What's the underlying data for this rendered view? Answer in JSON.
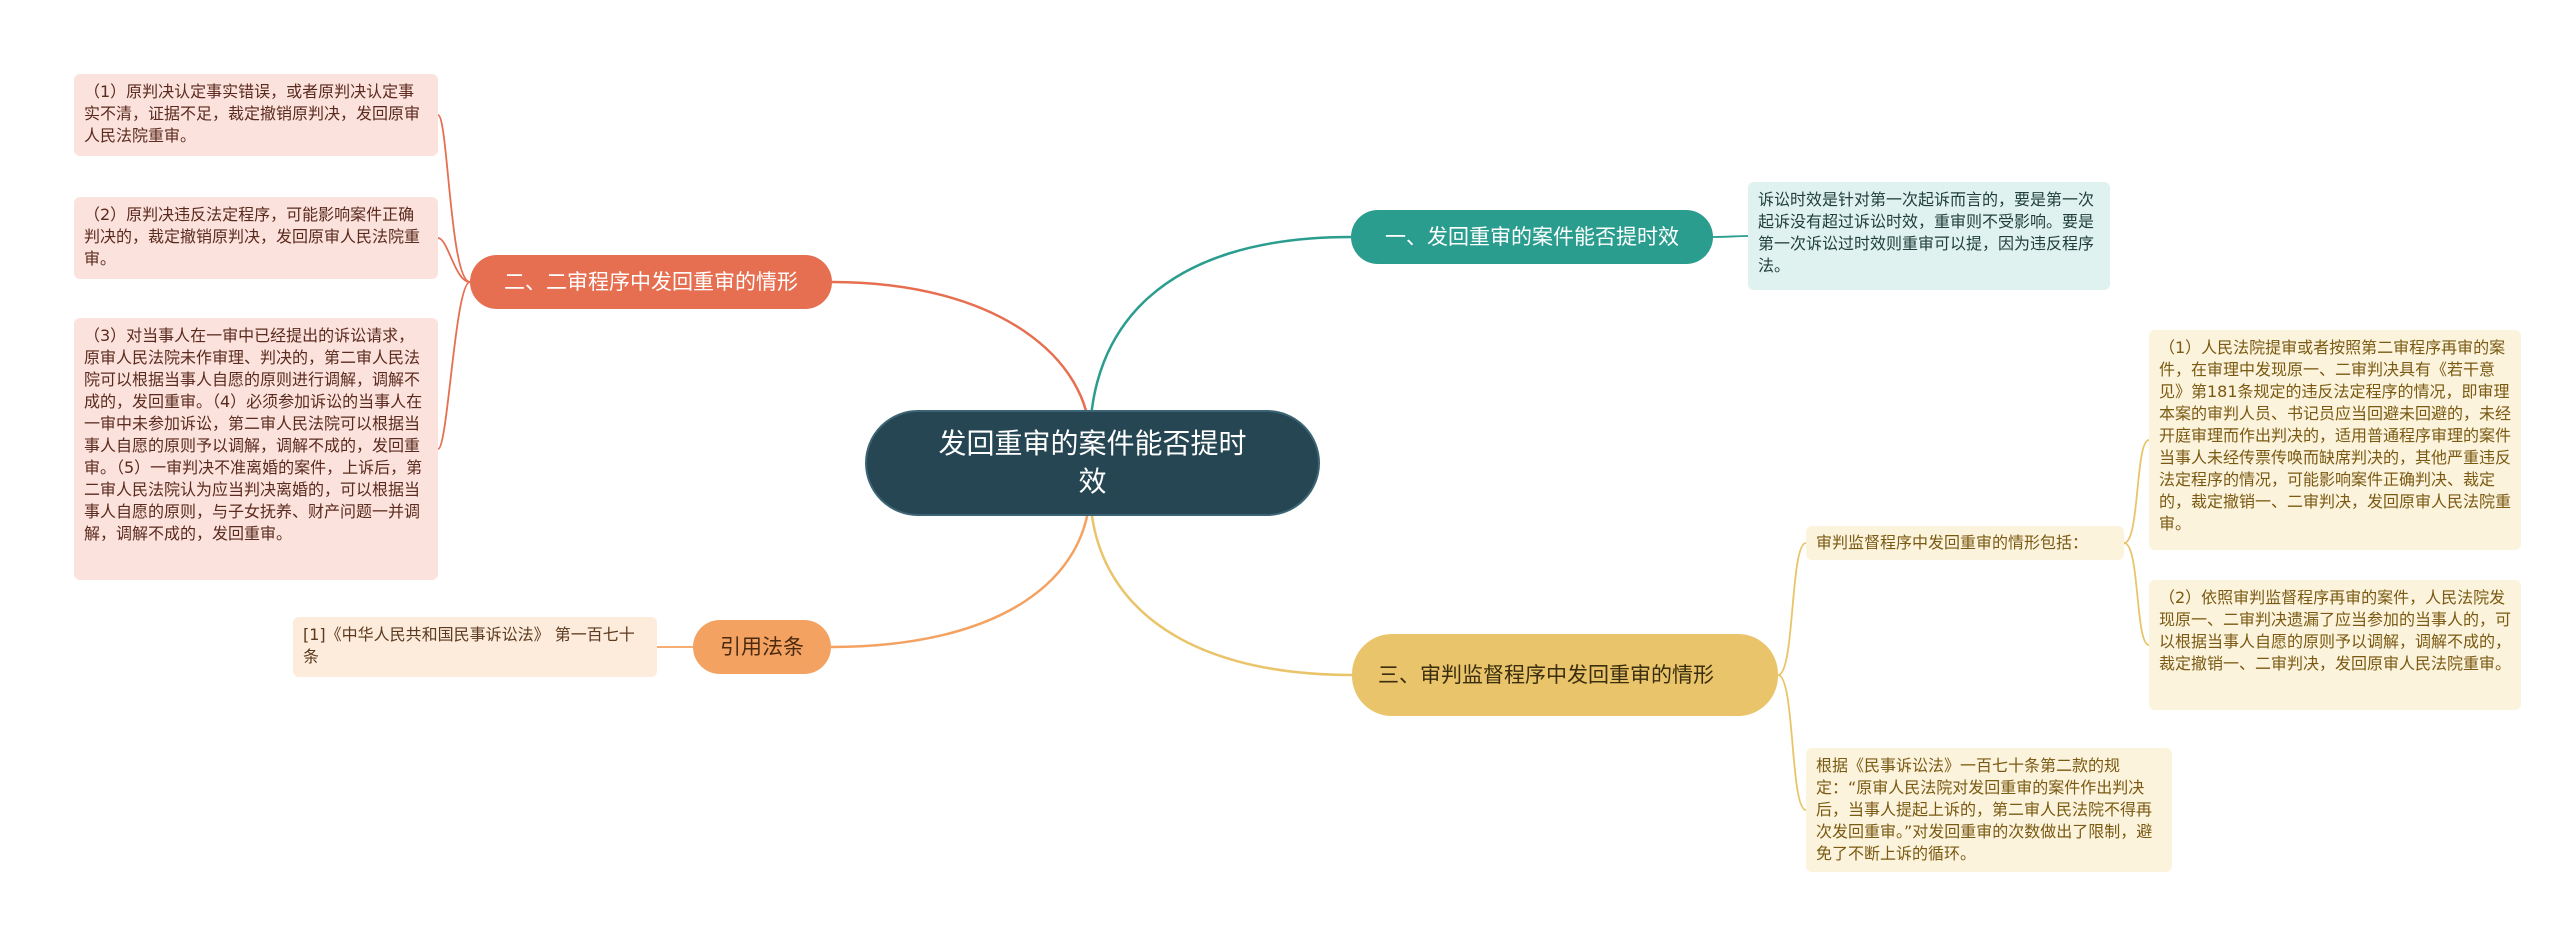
{
  "root": {
    "label": "发回重审的案件能否提时效"
  },
  "branches": {
    "second_instance": {
      "label": "二、二审程序中发回重审的情形",
      "color": "#e76f51",
      "items": [
        "（1）原判决认定事实错误，或者原判决认定事实不清，证据不足，裁定撤销原判决，发回原审人民法院重审。",
        "（2）原判决违反法定程序，可能影响案件正确判决的，裁定撤销原判决，发回原审人民法院重审。",
        "（3）对当事人在一审中已经提出的诉讼请求，原审人民法院未作审理、判决的，第二审人民法院可以根据当事人自愿的原则进行调解，调解不成的，发回重审。（4）必须参加诉讼的当事人在一审中未参加诉讼，第二审人民法院可以根据当事人自愿的原则予以调解，调解不成的，发回重审。（5）一审判决不准离婚的案件，上诉后，第二审人民法院认为应当判决离婚的，可以根据当事人自愿的原则，与子女抚养、财产问题一并调解，调解不成的，发回重审。"
      ]
    },
    "cited_law": {
      "label": "引用法条",
      "color": "#f4a261",
      "items": [
        "[1]《中华人民共和国民事诉讼法》 第一百七十条"
      ]
    },
    "limitation": {
      "label": "一、发回重审的案件能否提时效",
      "color": "#2a9d8f",
      "items": [
        "诉讼时效是针对第一次起诉而言的，要是第一次起诉没有超过诉讼时效，重审则不受影响。要是第一次诉讼过时效则重审可以提，因为违反程序法。"
      ]
    },
    "supervision": {
      "label": "三、审判监督程序中发回重审的情形",
      "color": "#e9c46a",
      "sub_heading": "审判监督程序中发回重审的情形包括：",
      "sub_items": [
        "（1）人民法院提审或者按照第二审程序再审的案件，在审理中发现原一、二审判决具有《若干意见》第181条规定的违反法定程序的情况，即审理本案的审判人员、书记员应当回避未回避的，未经开庭审理而作出判决的，适用普通程序审理的案件当事人未经传票传唤而缺席判决的，其他严重违反法定程序的情况，可能影响案件正确判决、裁定的，裁定撤销一、二审判决，发回原审人民法院重审。",
        "（2）依照审判监督程序再审的案件，人民法院发现原一、二审判决遗漏了应当参加的当事人的，可以根据当事人自愿的原则予以调解，调解不成的，裁定撤销一、二审判决，发回原审人民法院重审。"
      ],
      "note": "根据《民事诉讼法》一百七十条第二款的规定：“原审人民法院对发回重审的案件作出判决后，当事人提起上诉的，第二审人民法院不得再次发回重审。”对发回重审的次数做出了限制，避免了不断上诉的循环。"
    }
  }
}
